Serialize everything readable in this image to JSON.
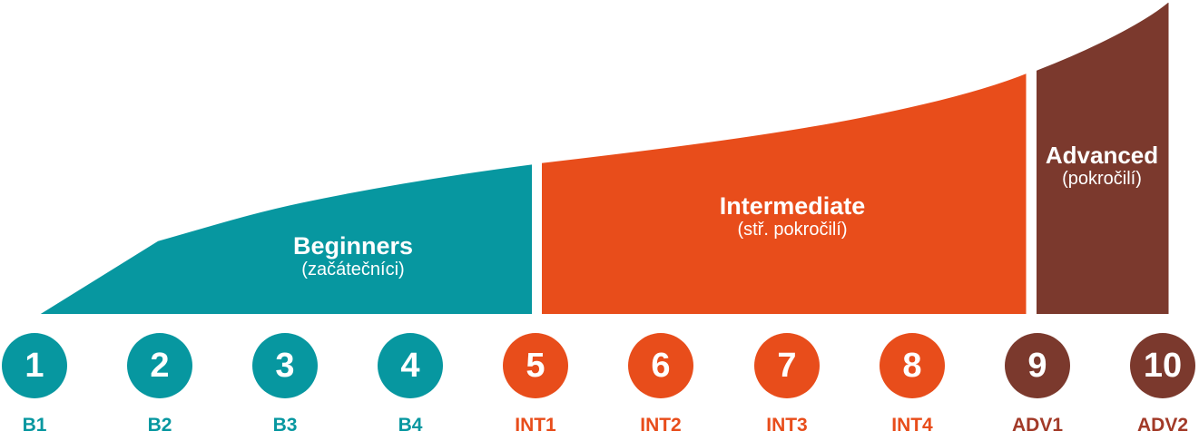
{
  "colors": {
    "teal": "#0797A0",
    "orange": "#E84D1B",
    "brown": "#7B392D",
    "adv_label": "#A23A28",
    "white": "#FFFFFF"
  },
  "sections": {
    "beginners": {
      "title": "Beginners",
      "subtitle": "(začátečníci)"
    },
    "intermediate": {
      "title": "Intermediate",
      "subtitle": "(stř. pokročilí)"
    },
    "advanced": {
      "title": "Advanced",
      "subtitle": "(pokročilí)"
    }
  },
  "levels": [
    {
      "number": "1",
      "code": "B1"
    },
    {
      "number": "2",
      "code": "B2"
    },
    {
      "number": "3",
      "code": "B3"
    },
    {
      "number": "4",
      "code": "B4"
    },
    {
      "number": "5",
      "code": "INT1"
    },
    {
      "number": "6",
      "code": "INT2"
    },
    {
      "number": "7",
      "code": "INT3"
    },
    {
      "number": "8",
      "code": "INT4"
    },
    {
      "number": "9",
      "code": "ADV1"
    },
    {
      "number": "10",
      "code": "ADV2"
    }
  ]
}
